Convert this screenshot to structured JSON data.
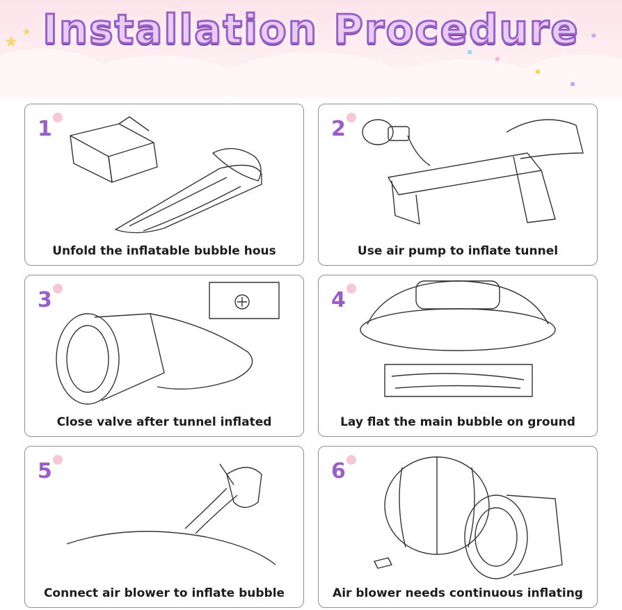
{
  "title": "Installation Procedure",
  "colors": {
    "title_fill": "#e7cdf3",
    "title_stroke": "#9b5fc6",
    "step_number": "#9a5ec9",
    "accent_dot": "#f6c8d6"
  },
  "steps": [
    {
      "number": "1",
      "caption": "Unfold the inflatable bubble hous",
      "icon": "unfold-box-illustration"
    },
    {
      "number": "2",
      "caption": "Use air pump to inflate tunnel",
      "icon": "air-pump-illustration"
    },
    {
      "number": "3",
      "caption": "Close valve after tunnel inflated",
      "icon": "valve-illustration"
    },
    {
      "number": "4",
      "caption": "Lay flat the main bubble on ground",
      "icon": "bubble-flat-illustration"
    },
    {
      "number": "5",
      "caption": "Connect air blower to inflate bubble",
      "icon": "blower-connect-illustration"
    },
    {
      "number": "6",
      "caption": "Air blower needs continuous inflating",
      "icon": "inflated-bubble-illustration"
    }
  ]
}
